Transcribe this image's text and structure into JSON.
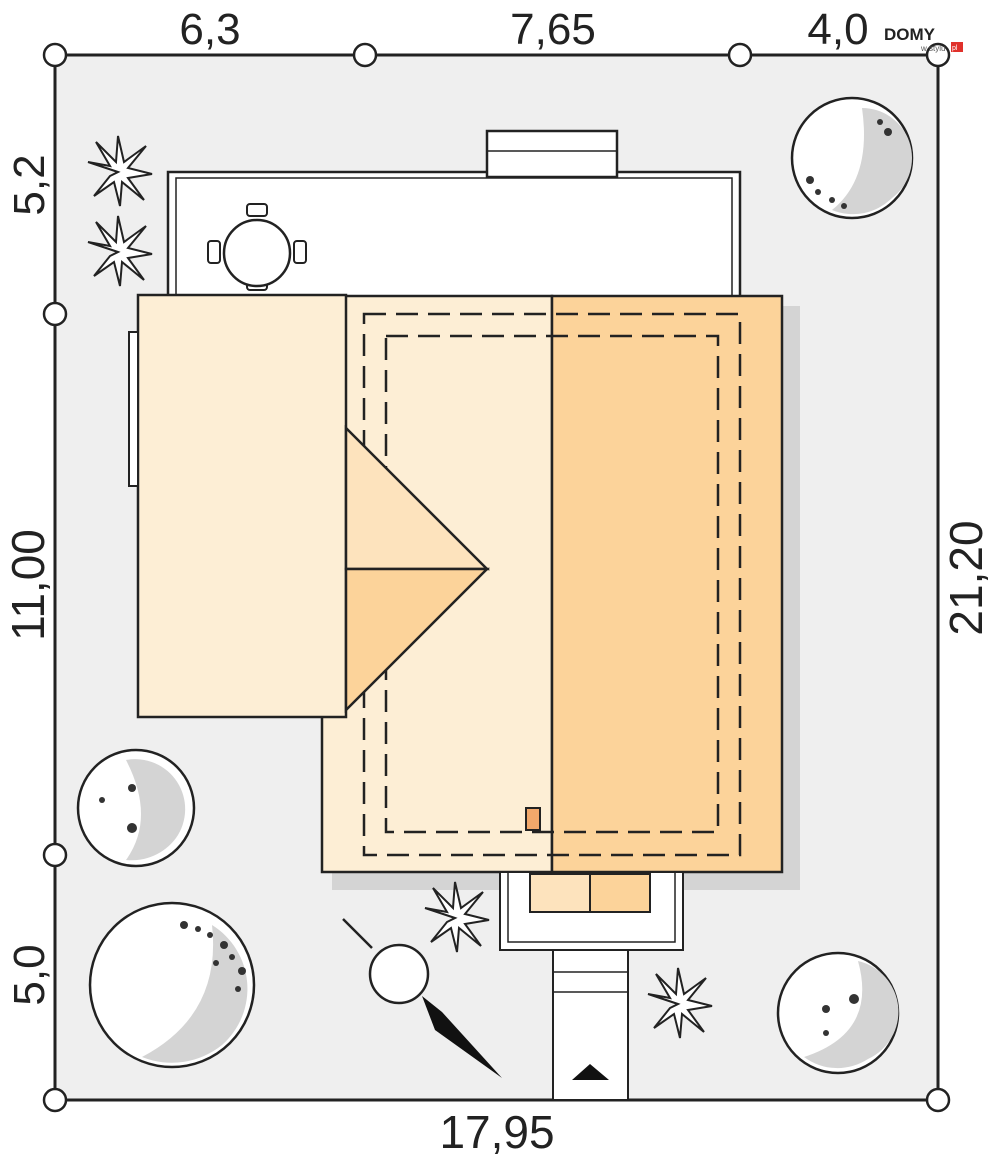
{
  "logo": {
    "brand": "DOMY",
    "sub": "w stylu",
    "tld": "pl",
    "accent": "#e0312b"
  },
  "dimensions": {
    "top": [
      "6,3",
      "7,65",
      "4,0"
    ],
    "bottom": "17,95",
    "left": [
      "5,2",
      "11,00",
      "5,0"
    ],
    "right": "21,20"
  },
  "colors": {
    "plot": "#efefef",
    "roof_light": "#fdeed5",
    "roof_mid": "#fde3bd",
    "roof_dark": "#fcd39a",
    "roof_orange": "#fbc27c",
    "outline": "#222222",
    "shadow": "#d4d4d4"
  }
}
